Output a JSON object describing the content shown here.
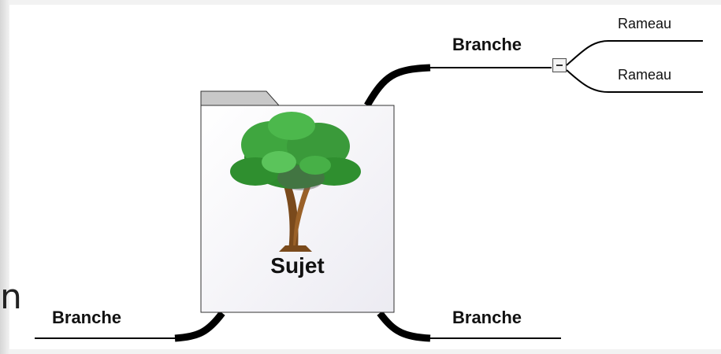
{
  "central_topic": {
    "title": "Sujet",
    "image": "tree-icon"
  },
  "branches": [
    {
      "label": "Branche",
      "position": "top-right",
      "children": [
        {
          "label": "Rameau"
        },
        {
          "label": "Rameau"
        }
      ]
    },
    {
      "label": "Branche",
      "position": "bottom-left"
    },
    {
      "label": "Branche",
      "position": "bottom-right"
    }
  ],
  "collapse_button": {
    "symbol": "−"
  },
  "edge_glyph": "n",
  "colors": {
    "link": "#000000",
    "folder_tab": "#c8c8c8",
    "folder_body": "#f6f5f9",
    "background": "#ffffff"
  }
}
